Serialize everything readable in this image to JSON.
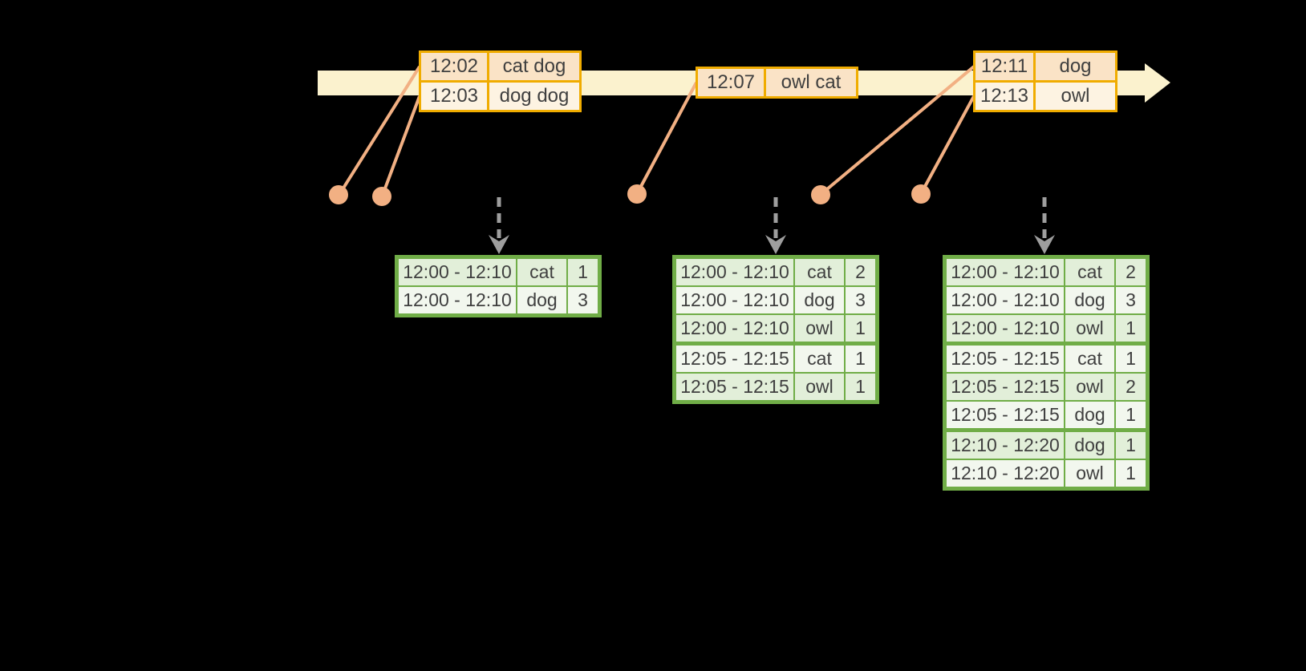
{
  "colors": {
    "background": "#000000",
    "timeline_fill": "#FBF2CE",
    "event_border": "#F0AC00",
    "event_row_dark": "#FAE3C6",
    "event_row_light": "#FDF3E2",
    "connector": "#F2B083",
    "result_border": "#70AD47",
    "result_row_dark": "#E2EFD9",
    "result_row_light": "#F2F7EE",
    "trigger_arrow": "#9E9E9E",
    "text": "#3F3F3F"
  },
  "event_tables": [
    {
      "rows": [
        {
          "time": "12:02",
          "words": "cat dog"
        },
        {
          "time": "12:03",
          "words": "dog dog"
        }
      ]
    },
    {
      "rows": [
        {
          "time": "12:07",
          "words": "owl cat"
        }
      ]
    },
    {
      "rows": [
        {
          "time": "12:11",
          "words": "dog"
        },
        {
          "time": "12:13",
          "words": "owl"
        }
      ]
    }
  ],
  "result_tables": [
    {
      "rows": [
        {
          "window": "12:00 - 12:10",
          "word": "cat",
          "count": "1"
        },
        {
          "window": "12:00 - 12:10",
          "word": "dog",
          "count": "3"
        }
      ]
    },
    {
      "rows": [
        {
          "window": "12:00 - 12:10",
          "word": "cat",
          "count": "2"
        },
        {
          "window": "12:00 - 12:10",
          "word": "dog",
          "count": "3"
        },
        {
          "window": "12:00 - 12:10",
          "word": "owl",
          "count": "1"
        },
        {
          "window": "12:05 - 12:15",
          "word": "cat",
          "count": "1"
        },
        {
          "window": "12:05 - 12:15",
          "word": "owl",
          "count": "1"
        }
      ]
    },
    {
      "rows": [
        {
          "window": "12:00 - 12:10",
          "word": "cat",
          "count": "2"
        },
        {
          "window": "12:00 - 12:10",
          "word": "dog",
          "count": "3"
        },
        {
          "window": "12:00 - 12:10",
          "word": "owl",
          "count": "1"
        },
        {
          "window": "12:05 - 12:15",
          "word": "cat",
          "count": "1"
        },
        {
          "window": "12:05 - 12:15",
          "word": "owl",
          "count": "2"
        },
        {
          "window": "12:05 - 12:15",
          "word": "dog",
          "count": "1"
        },
        {
          "window": "12:10 - 12:20",
          "word": "dog",
          "count": "1"
        },
        {
          "window": "12:10 - 12:20",
          "word": "owl",
          "count": "1"
        }
      ]
    }
  ]
}
